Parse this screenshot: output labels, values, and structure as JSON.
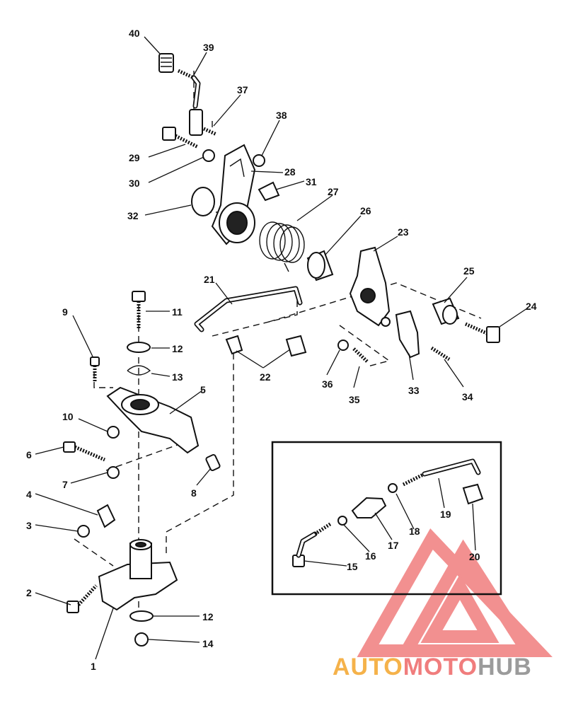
{
  "callouts": [
    {
      "id": "c1",
      "label": "1"
    },
    {
      "id": "c2",
      "label": "2"
    },
    {
      "id": "c3",
      "label": "3"
    },
    {
      "id": "c4",
      "label": "4"
    },
    {
      "id": "c5",
      "label": "5"
    },
    {
      "id": "c6",
      "label": "6"
    },
    {
      "id": "c7",
      "label": "7"
    },
    {
      "id": "c8",
      "label": "8"
    },
    {
      "id": "c9",
      "label": "9"
    },
    {
      "id": "c10",
      "label": "10"
    },
    {
      "id": "c11",
      "label": "11"
    },
    {
      "id": "c12a",
      "label": "12"
    },
    {
      "id": "c12b",
      "label": "12"
    },
    {
      "id": "c13",
      "label": "13"
    },
    {
      "id": "c14",
      "label": "14"
    },
    {
      "id": "c15",
      "label": "15"
    },
    {
      "id": "c16",
      "label": "16"
    },
    {
      "id": "c17",
      "label": "17"
    },
    {
      "id": "c18",
      "label": "18"
    },
    {
      "id": "c19",
      "label": "19"
    },
    {
      "id": "c20",
      "label": "20"
    },
    {
      "id": "c21",
      "label": "21"
    },
    {
      "id": "c22",
      "label": "22"
    },
    {
      "id": "c23",
      "label": "23"
    },
    {
      "id": "c24",
      "label": "24"
    },
    {
      "id": "c25",
      "label": "25"
    },
    {
      "id": "c26",
      "label": "26"
    },
    {
      "id": "c27",
      "label": "27"
    },
    {
      "id": "c28",
      "label": "28"
    },
    {
      "id": "c29",
      "label": "29"
    },
    {
      "id": "c30",
      "label": "30"
    },
    {
      "id": "c31",
      "label": "31"
    },
    {
      "id": "c32",
      "label": "32"
    },
    {
      "id": "c33",
      "label": "33"
    },
    {
      "id": "c34",
      "label": "34"
    },
    {
      "id": "c35",
      "label": "35"
    },
    {
      "id": "c36",
      "label": "36"
    },
    {
      "id": "c37",
      "label": "37"
    },
    {
      "id": "c38",
      "label": "38"
    },
    {
      "id": "c39",
      "label": "39"
    },
    {
      "id": "c40",
      "label": "40"
    }
  ],
  "watermark": {
    "part1": "AUTO",
    "part2": "MOTO",
    "part3": "HUB",
    "colors": {
      "part1": "#f5b24a",
      "part2": "#f07d7d",
      "part3": "#9b9b9b",
      "triangle": "#f07d7d"
    },
    "icon": "double-triangle-logo-icon"
  }
}
